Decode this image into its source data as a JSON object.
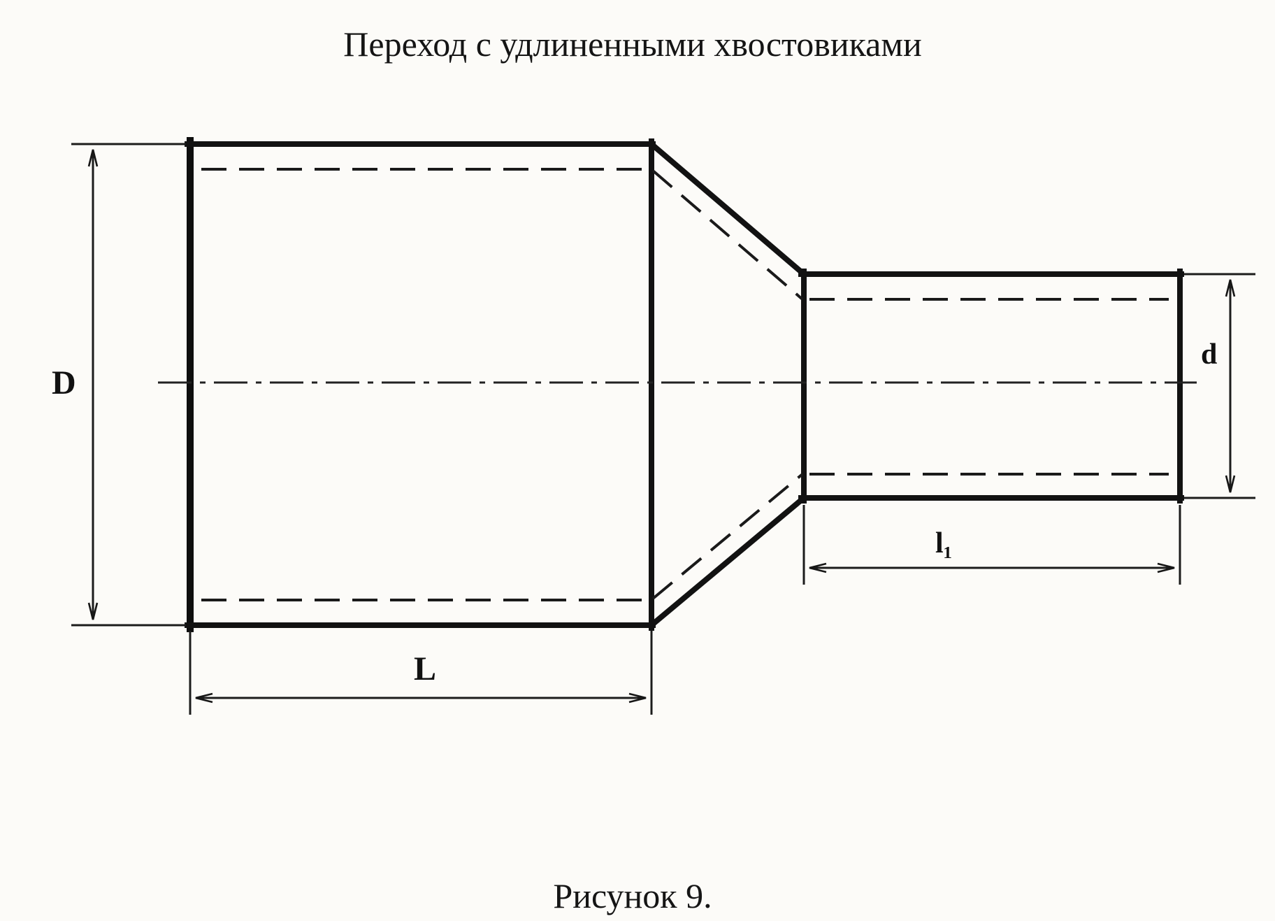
{
  "title": "Переход с удлиненными хвостовиками",
  "caption": "Рисунок 9.",
  "dimensions": {
    "large_diameter": "D",
    "small_diameter": "d",
    "large_length": "L",
    "small_length": "l₁"
  }
}
